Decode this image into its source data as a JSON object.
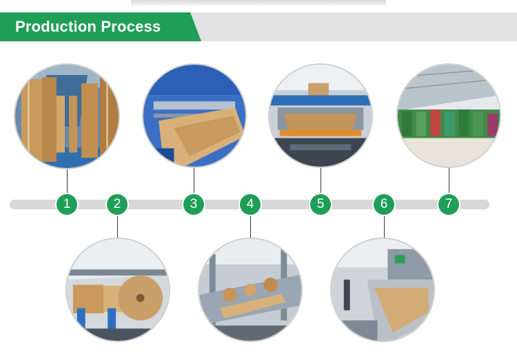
{
  "header": {
    "title": "Production Process"
  },
  "steps": [
    {
      "number": "1",
      "icon": "paper-roll-warehouse-icon"
    },
    {
      "number": "2",
      "icon": "paper-roll-unwinding-icon"
    },
    {
      "number": "3",
      "icon": "paper-feeding-machine-icon"
    },
    {
      "number": "4",
      "icon": "bag-forming-machine-icon"
    },
    {
      "number": "5",
      "icon": "printing-machine-icon"
    },
    {
      "number": "6",
      "icon": "bag-production-line-icon"
    },
    {
      "number": "7",
      "icon": "finished-goods-warehouse-icon"
    }
  ],
  "colors": {
    "accent": "#1f9e57",
    "header_bar": "#e3e3e3",
    "timeline": "#d8d8d8"
  }
}
